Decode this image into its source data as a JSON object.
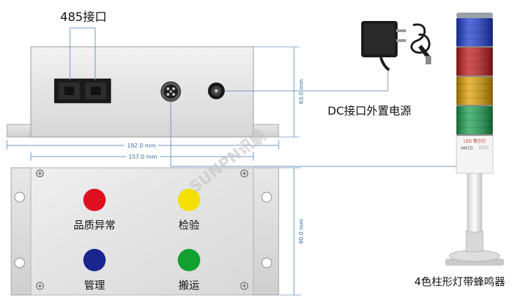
{
  "labels": {
    "port485": "485接口",
    "dc_port": "DC接口外置电源",
    "tower_light": "4色柱形灯带蜂鸣器",
    "watermark": "SUNPN讯鹏"
  },
  "dimensions": {
    "width_total": "192.0 mm",
    "width_inner": "157.0 mm",
    "height_side": "63.0 mm",
    "height_front": "90.0 mm"
  },
  "buttons": [
    {
      "label": "品质异常",
      "color": "#e01020"
    },
    {
      "label": "检验",
      "color": "#f4e000"
    },
    {
      "label": "管理",
      "color": "#1a2590"
    },
    {
      "label": "搬运",
      "color": "#12a030"
    }
  ],
  "tower": {
    "tiers": [
      {
        "name": "blue",
        "color": "#1a3bd0"
      },
      {
        "name": "red",
        "color": "#c01a1a"
      },
      {
        "name": "yellow",
        "color": "#e0a000"
      },
      {
        "name": "green",
        "color": "#1aa050"
      }
    ],
    "label_text": "LED 警示灯",
    "brand_text": "HNTD"
  },
  "colors": {
    "device_body": "#e4e4e4",
    "dimension_line": "#6b95c4"
  }
}
